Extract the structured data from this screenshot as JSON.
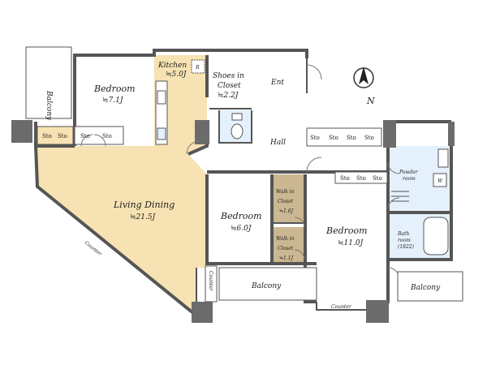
{
  "rooms": {
    "balcony_left": "Balcony",
    "bedroom_tl": {
      "name": "Bedroom",
      "size": "≒7.1J"
    },
    "kitchen": {
      "name": "Kitchen",
      "size": "≒5.0J",
      "fridge": "R"
    },
    "shoes_closet": {
      "line1": "Shoes in",
      "line2": "Closet",
      "size": "≒2.2J"
    },
    "entrance": "Ent",
    "hall": "Hall",
    "powder_room": {
      "line1": "Powder",
      "line2": "room",
      "washer": "W"
    },
    "bath_room": {
      "line1": "Bath",
      "line2": "room",
      "line3": "(1822)"
    },
    "living_dining": {
      "name": "Living Dining",
      "size": "≒21.5J"
    },
    "bedroom_mid": {
      "name": "Bedroom",
      "size": "≒6.0J"
    },
    "walk_in_1": {
      "line1": "Walk in",
      "line2": "Closet",
      "size": "≒1.6J"
    },
    "walk_in_2": {
      "line1": "Walk in",
      "line2": "Closet",
      "size": "≒1.1J"
    },
    "bedroom_right": {
      "name": "Bedroom",
      "size": "≒11.0J"
    },
    "balcony_mid": "Balcony",
    "balcony_right": "Balcony"
  },
  "labels": {
    "sto": "Sto",
    "counter_diag": "Counter",
    "counter_vert": "Counter",
    "counter_bottom": "Counter",
    "north": "N"
  },
  "colors": {
    "wood": "#f6e2b2",
    "white_room": "#ffffff",
    "closet": "#cbb791",
    "wet": "#e4f0fb",
    "wall": "#555555"
  }
}
